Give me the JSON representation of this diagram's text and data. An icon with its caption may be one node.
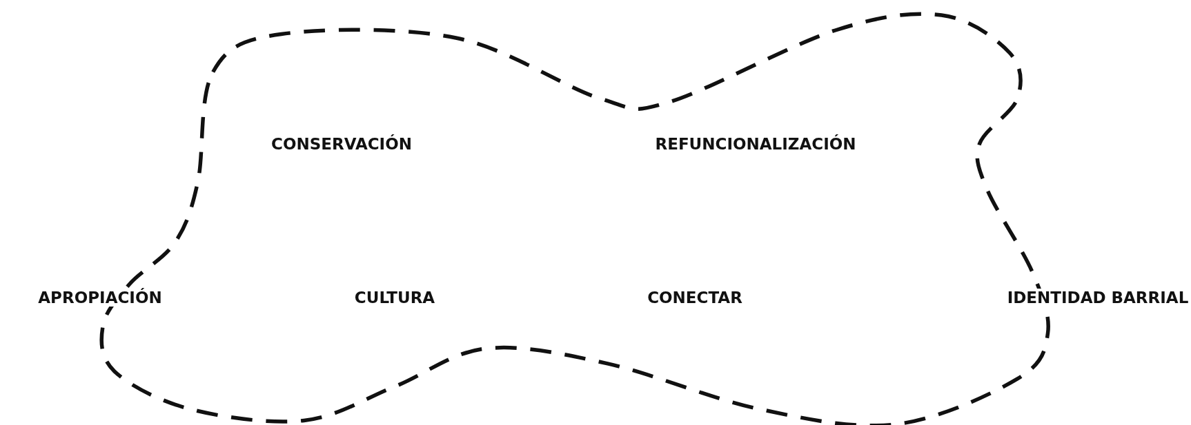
{
  "diagram": {
    "labels": [
      "CONSERVACIÓN",
      "REFUNCIONALIZACIÓN",
      "APROPIACIÓN",
      "CULTURA",
      "CONECTAR",
      "IDENTIDAD BARRIAL"
    ]
  }
}
